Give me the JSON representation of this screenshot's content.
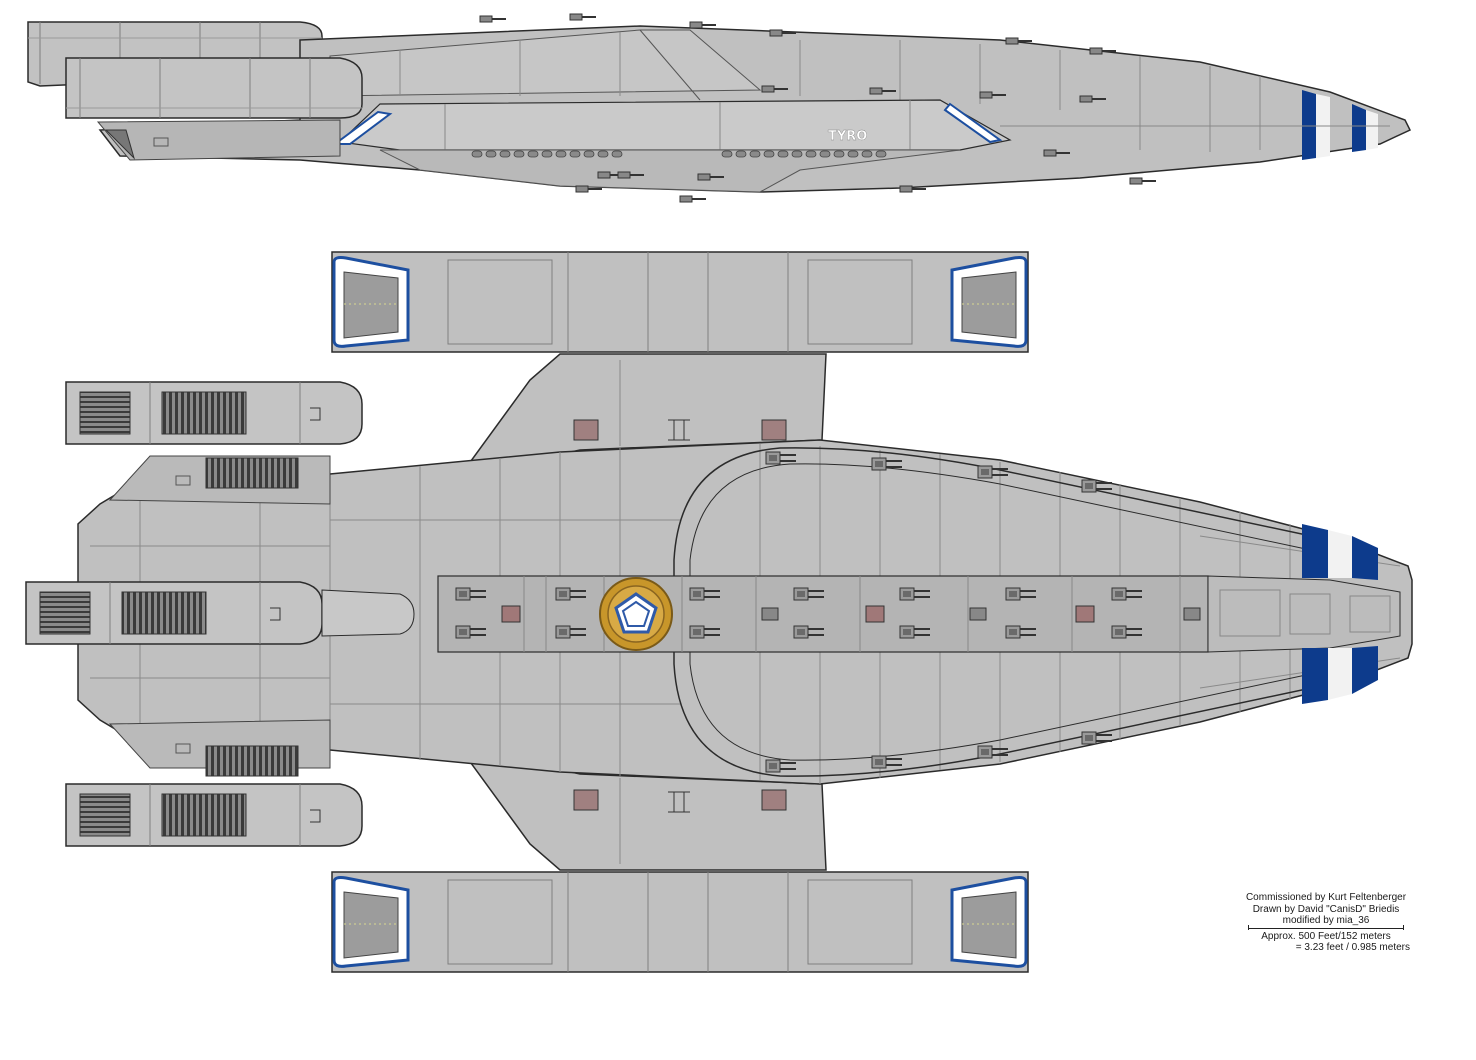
{
  "ship": {
    "name": "TYRO"
  },
  "colors": {
    "hull": "#c0c0c0",
    "hull_dark": "#a8a8a8",
    "hull_light": "#cfcfcf",
    "panel_line": "#7f7f7f",
    "outline": "#2b2b2b",
    "stripe_blue": "#0d3b8c",
    "stripe_white": "#f2f2f2",
    "vent_dark": "#3c3c3c",
    "emblem_gold": "#c8962a",
    "emblem_blue": "#2f5aa8"
  },
  "icons": {
    "emblem": "pentagon-emblem-icon",
    "turret": "turret-icon"
  },
  "credits": {
    "commissioned": "Commissioned by Kurt Feltenberger",
    "drawn": "Drawn by David \"CanisD\" Briedis",
    "modified": "modified by mia_36",
    "scale_length": "Approx. 500 Feet/152 meters",
    "scale_pixel": "= 3.23 feet / 0.985 meters"
  }
}
